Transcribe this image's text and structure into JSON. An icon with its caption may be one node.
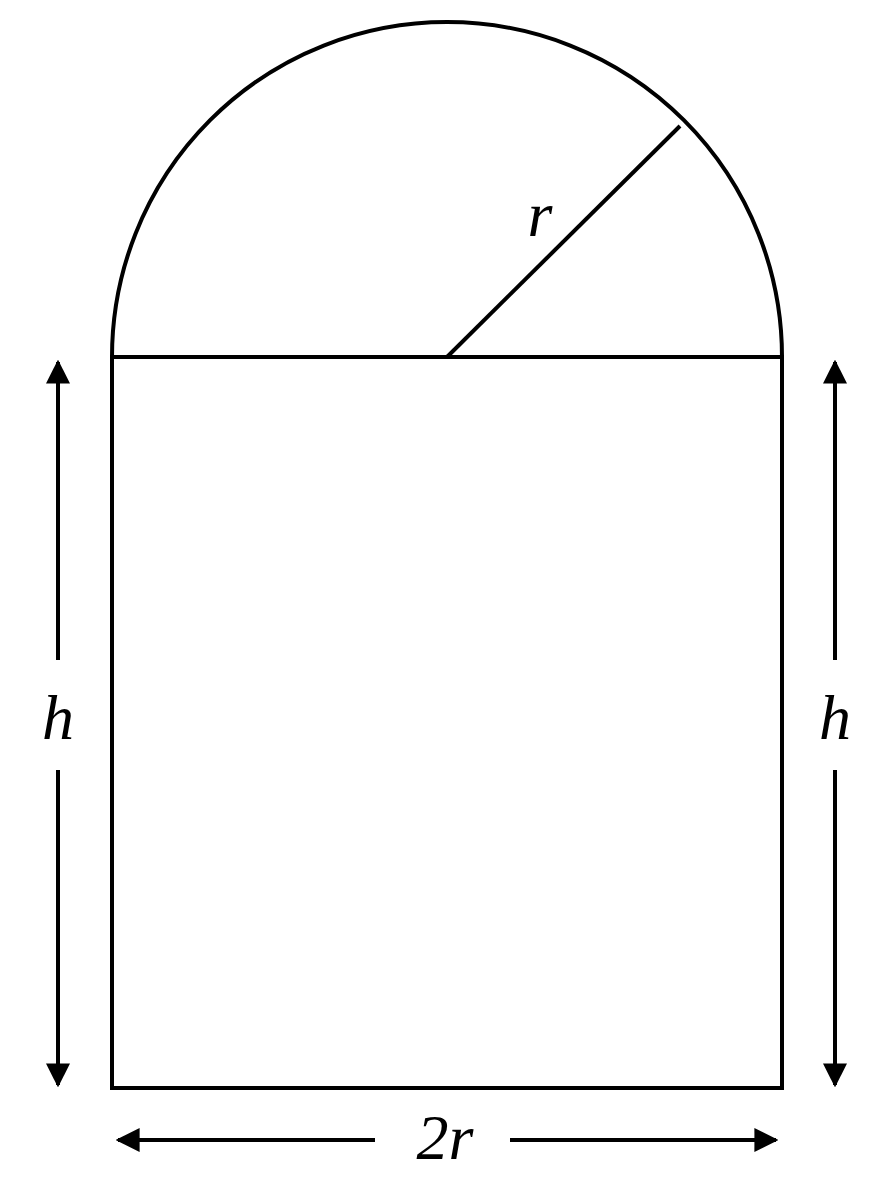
{
  "diagram": {
    "labels": [
      "r",
      "h",
      "h",
      "2r"
    ]
  }
}
